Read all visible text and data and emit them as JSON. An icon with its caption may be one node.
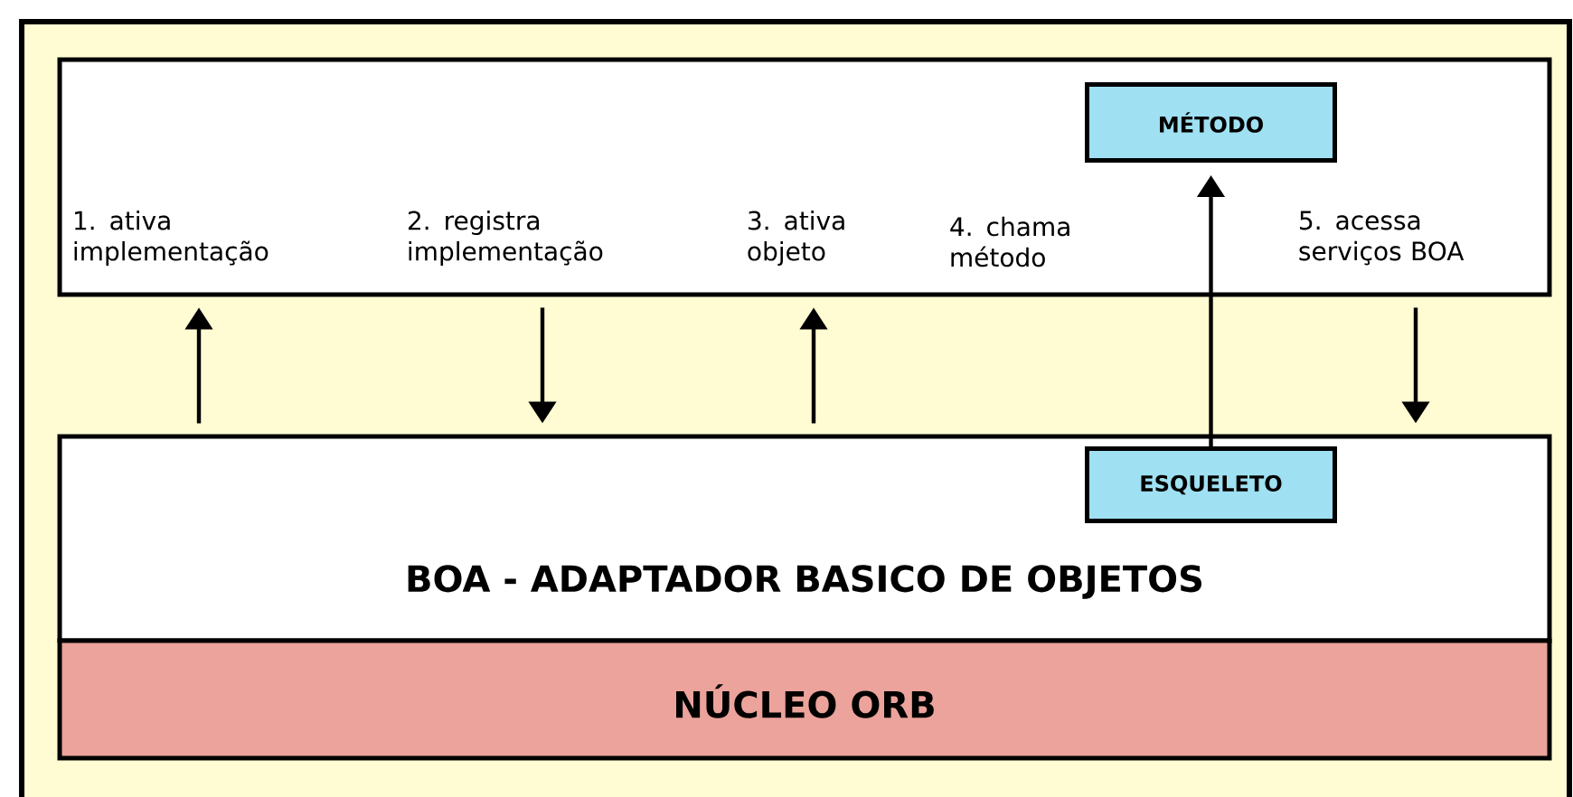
{
  "diagram": {
    "nodes": [
      {
        "text": [],
        "shape": "box"
      },
      {
        "text": [
          "1. ativa implementação"
        ],
        "in": 0
      },
      {
        "text": [
          "2. registra implementação"
        ],
        "in": 0
      },
      {
        "text": [
          "3. ativa objeto"
        ],
        "in": 0
      },
      {
        "text": [
          "4. chama método"
        ],
        "in": 0
      },
      {
        "text": [
          "5. acessa serviços BOA"
        ],
        "in": 0
      },
      {
        "text": [
          "MÉTODO"
        ],
        "in": 0
      },
      {
        "text": [
          "BOA - ADAPTADOR BASICO DE OBJETOS"
        ]
      },
      {
        "text": [
          "ESQUELETO"
        ],
        "in": 7
      },
      {
        "text": [
          "NÚCLEO ORB"
        ]
      }
    ],
    "edges": [
      {
        "from": 7,
        "to": 0,
        "arrow": "to"
      },
      {
        "from": 0,
        "to": 7,
        "arrow": "to"
      },
      {
        "from": 7,
        "to": 0,
        "arrow": "to"
      },
      {
        "from": 0,
        "to": 7,
        "arrow": "to"
      },
      {
        "from": 8,
        "to": 6,
        "arrow": "to"
      }
    ]
  }
}
